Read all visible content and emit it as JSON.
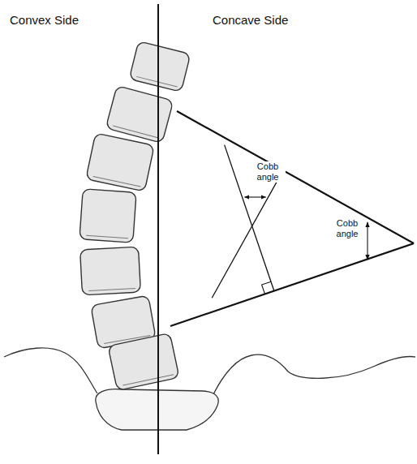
{
  "diagram": {
    "labels": [
      "Convex Side",
      "Concave Side",
      "Cobb angle",
      "Cobb angle"
    ]
  }
}
